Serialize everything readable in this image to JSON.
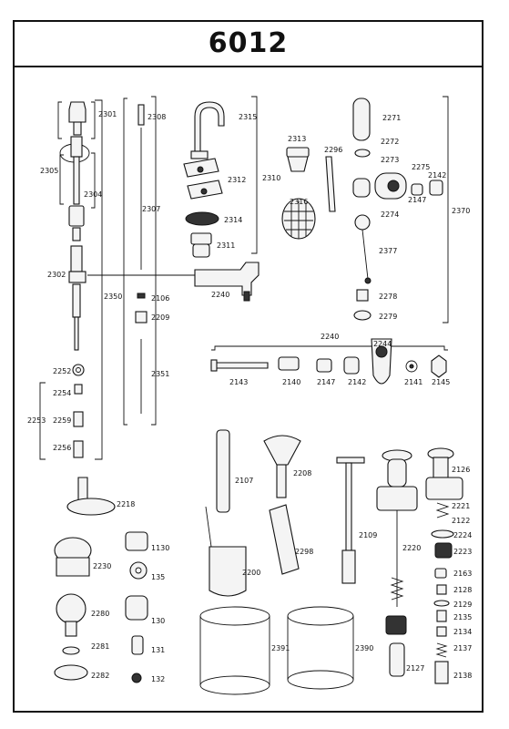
{
  "page": {
    "title": "6012"
  },
  "labels": {
    "l2301": "2301",
    "l2305": "2305",
    "l2304": "2304",
    "l2302": "2302",
    "l2350": "2350",
    "l2252": "2252",
    "l2254": "2254",
    "l2253": "2253",
    "l2259": "2259",
    "l2256": "2256",
    "l2308": "2308",
    "l2307": "2307",
    "l2106": "2106",
    "l2209": "2209",
    "l2351": "2351",
    "l2315": "2315",
    "l2312": "2312",
    "l2310": "2310",
    "l2314": "2314",
    "l2311": "2311",
    "l2240a": "2240",
    "l2313": "2313",
    "l2316": "2316",
    "l2296": "2296",
    "l2271": "2271",
    "l2272": "2272",
    "l2273": "2273",
    "l2275": "2275",
    "l2142a": "2142",
    "l2147a": "2147",
    "l2274": "2274",
    "l2370": "2370",
    "l2377": "2377",
    "l2278": "2278",
    "l2279": "2279",
    "l2240b": "2240",
    "l2244": "2244",
    "l2143": "2143",
    "l2140": "2140",
    "l2147b": "2147",
    "l2142b": "2142",
    "l2141": "2141",
    "l2145": "2145",
    "l2218": "2218",
    "l2230": "2230",
    "l1130": "1130",
    "l135": "135",
    "l2280": "2280",
    "l130": "130",
    "l2281": "2281",
    "l131": "131",
    "l2282": "2282",
    "l132": "132",
    "l2107": "2107",
    "l2208": "2208",
    "l2200": "2200",
    "l2298": "2298",
    "l2109": "2109",
    "l2391": "2391",
    "l2390": "2390",
    "l2220": "2220",
    "l2127": "2127",
    "l2126": "2126",
    "l2221": "2221",
    "l2122": "2122",
    "l2224": "2224",
    "l2223": "2223",
    "l2163": "2163",
    "l2128": "2128",
    "l2129": "2129",
    "l2135": "2135",
    "l2134": "2134",
    "l2137": "2137",
    "l2138": "2138"
  }
}
